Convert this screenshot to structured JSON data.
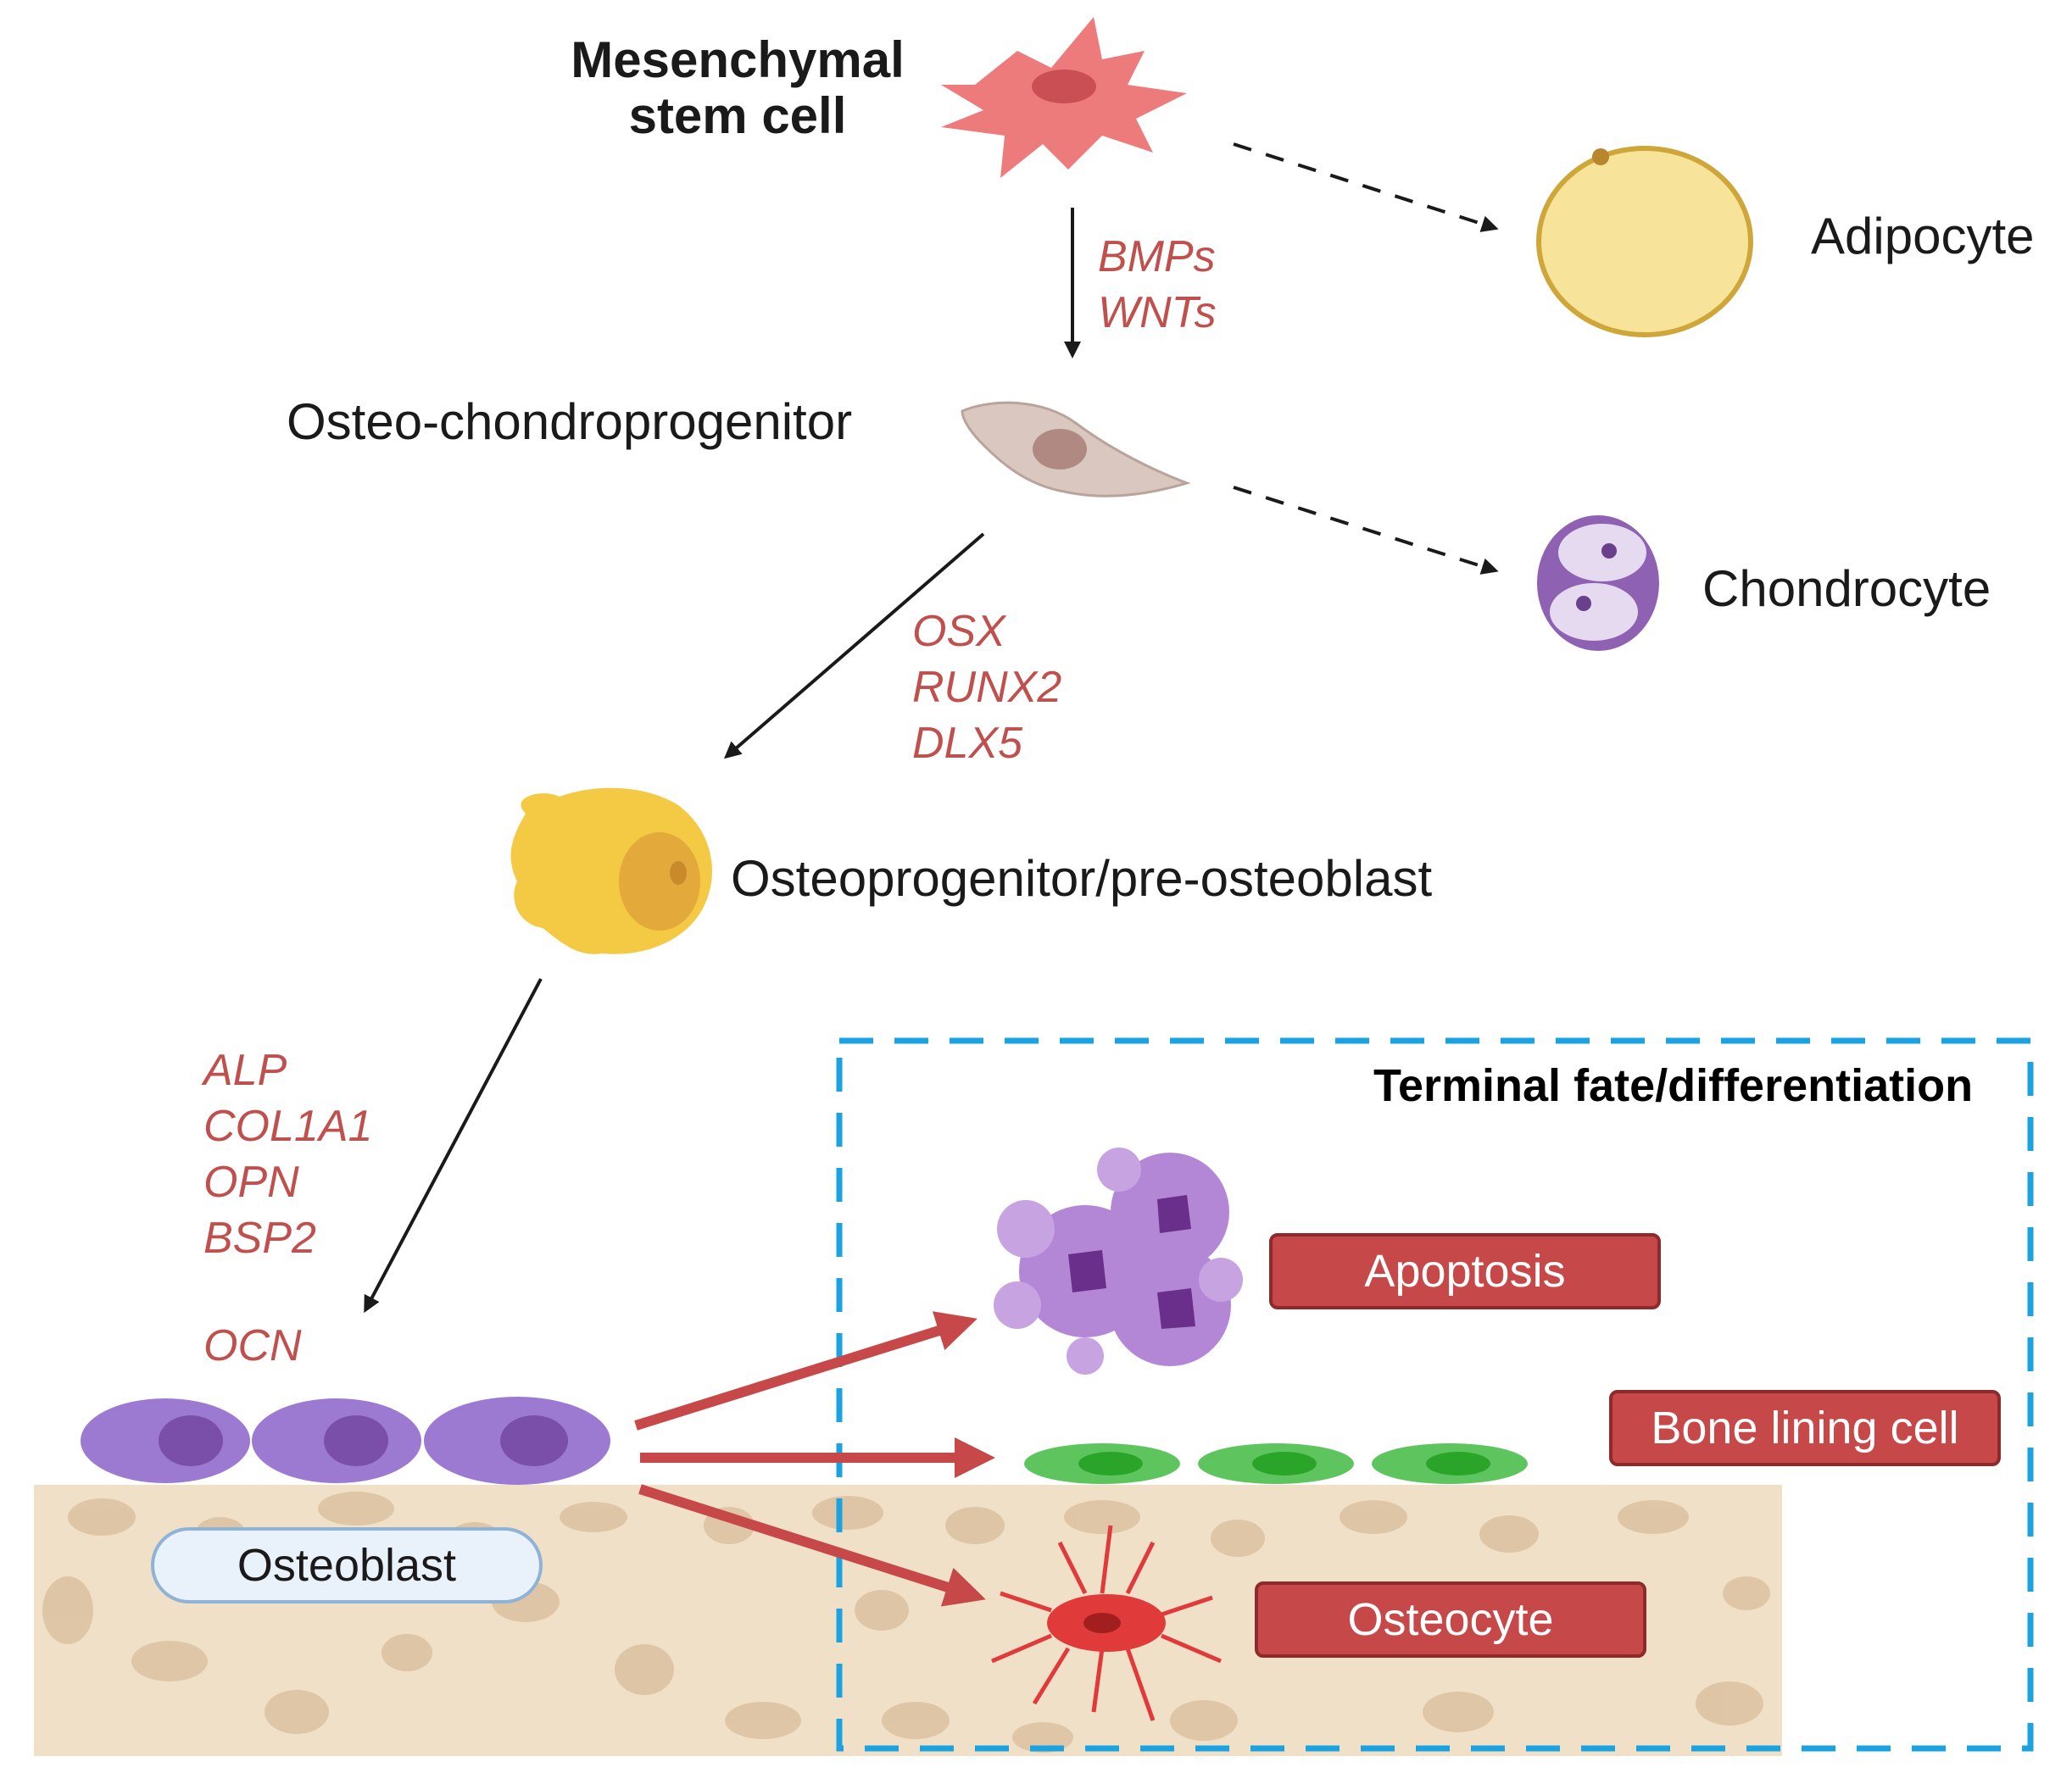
{
  "labels": {
    "msc": [
      "Mesenchymal",
      "stem cell"
    ],
    "adipocyte": "Adipocyte",
    "osteo_chondro": "Osteo-chondroprogenitor",
    "chondrocyte": "Chondrocyte",
    "preosteoblast": "Osteoprogenitor/pre-osteoblast",
    "osteoblast": "Osteoblast"
  },
  "genes": {
    "step1": [
      "BMPs",
      "WNTs"
    ],
    "step2": [
      "OSX",
      "RUNX2",
      "DLX5"
    ],
    "step3": [
      "ALP",
      "COL1A1",
      "OPN",
      "BSP2"
    ],
    "step3b": "OCN"
  },
  "terminal": {
    "title": "Terminal fate/differentiation",
    "fates": [
      "Apoptosis",
      "Bone lining cell",
      "Osteocyte"
    ]
  },
  "colors": {
    "gene_text": "#c0504d",
    "fate_box": "#c74848",
    "dashed_border": "#1aa3e0",
    "bone": "#f1e0c8",
    "bone_spot": "#dcc3a2",
    "osteoblast": "#9d7ad1",
    "lining_cell": "#5ec45e",
    "osteocyte": "#e03a3a",
    "msc": "#ee7b7b",
    "adipocyte": "#f7e39a",
    "chondrocyte": "#8e61b3",
    "preosteoblast": "#f4c944"
  },
  "icons": [
    "msc-cell-icon",
    "adipocyte-icon",
    "osteo-chondroprogenitor-icon",
    "chondrocyte-icon",
    "preosteoblast-icon",
    "osteoblast-icon",
    "apoptotic-cell-icon",
    "bone-lining-cell-icon",
    "osteocyte-icon"
  ]
}
